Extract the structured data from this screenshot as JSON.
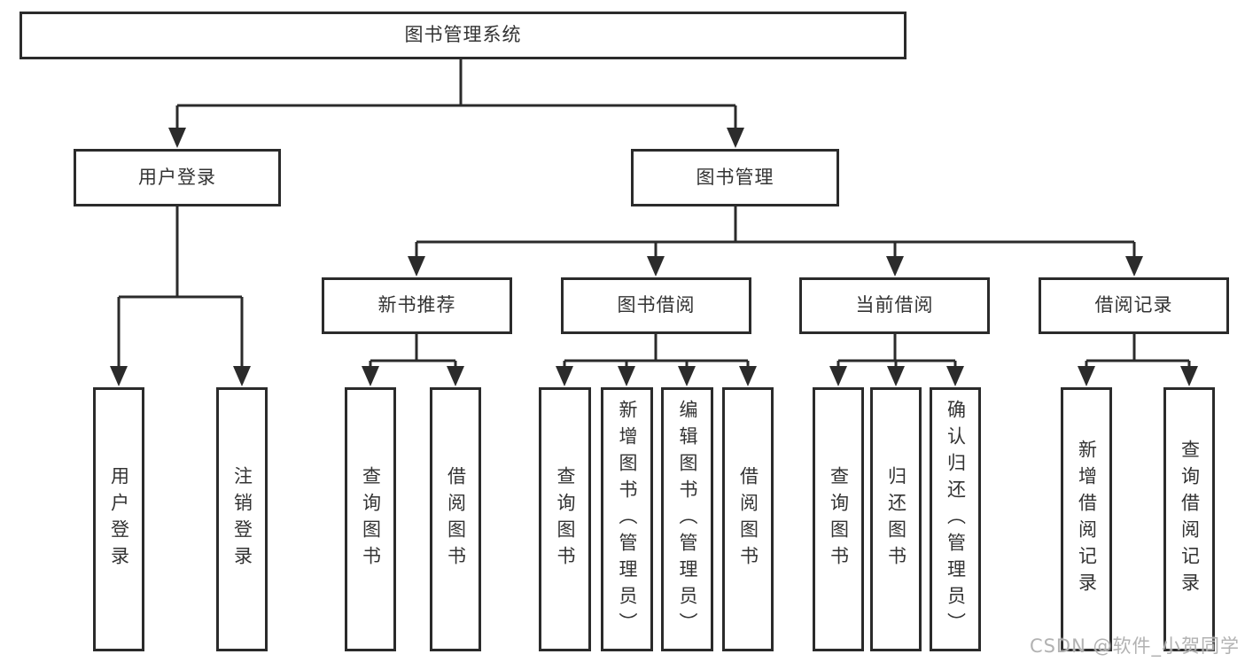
{
  "watermark": {
    "text": "CSDN @软件_小贺同学"
  },
  "tree": {
    "label": "图书管理系统",
    "children": [
      {
        "label": "用户登录",
        "children": [
          {
            "label": "用户登录"
          },
          {
            "label": "注销登录"
          }
        ]
      },
      {
        "label": "图书管理",
        "children": [
          {
            "label": "新书推荐",
            "children": [
              {
                "label": "查询图书"
              },
              {
                "label": "借阅图书"
              }
            ]
          },
          {
            "label": "图书借阅",
            "children": [
              {
                "label": "查询图书"
              },
              {
                "label": "新增图书（管理员）"
              },
              {
                "label": "编辑图书（管理员）"
              },
              {
                "label": "借阅图书"
              }
            ]
          },
          {
            "label": "当前借阅",
            "children": [
              {
                "label": "查询图书"
              },
              {
                "label": "归还图书"
              },
              {
                "label": "确认归还（管理员）"
              }
            ]
          },
          {
            "label": "借阅记录",
            "children": [
              {
                "label": "新增借阅记录"
              },
              {
                "label": "查询借阅记录"
              }
            ]
          }
        ]
      }
    ]
  }
}
